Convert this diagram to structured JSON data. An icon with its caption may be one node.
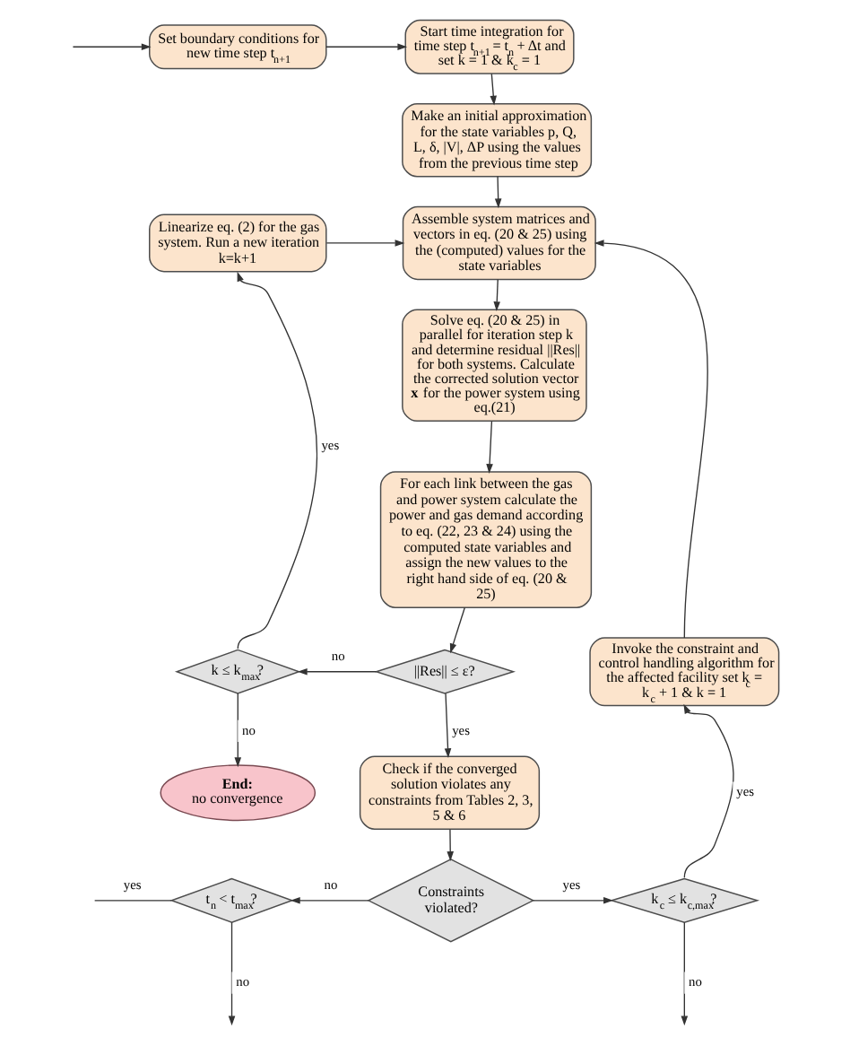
{
  "diagram": {
    "nodes": [
      {
        "text": [
          "Set boundary conditions for new time step t$_{n+1}$"
        ]
      },
      {
        "text": [
          "Start time integration for time step t$_{n+1}$ = t$_{n}$ + Δt and set k = 1 & k$_{c}$ = 1"
        ]
      },
      {
        "text": [
          "Make an initial approximation for the state variables p, Q, L, δ, |V|, ΔP using the values from the previous time step"
        ]
      },
      {
        "text": [
          "Linearize eq. (2) for the gas system. Run a new iteration k=k+1"
        ]
      },
      {
        "text": [
          "Assemble system matrices and vectors in eq. (20 & 25) using the (computed) values for the state variables"
        ]
      },
      {
        "text": [
          "Solve eq. (20 & 25) in parallel for iteration step k and determine residual ||Res|| for both systems. Calculate the corrected solution vector **x** for the power system using eq.(21)"
        ]
      },
      {
        "text": [
          "For each link between the gas and power system calculate the power and gas demand according to eq. (22, 23 & 24) using the computed state variables and assign the new values to the right hand side of eq. (20 & 25)"
        ]
      },
      {
        "text": [
          "k ≤ k$_{max}$?"
        ]
      },
      {
        "text": [
          "||Res|| ≤ ε?"
        ]
      },
      {
        "text": [
          "Invoke the constraint and control handling algorithm for the affected facility set k$_{c}$ = k$_{c}$ + 1 & k = 1"
        ]
      },
      {
        "text": [
          "End:",
          "no convergence"
        ]
      },
      {
        "text": [
          "Check if the converged solution violates any constraints from Tables 2, 3, 5 & 6"
        ]
      },
      {
        "text": [
          "t$_{n}$ < t$_{max}$?"
        ]
      },
      {
        "text": [
          "Constraints violated?"
        ]
      },
      {
        "text": [
          "k$_{c}$ ≤ k$_{c,max}$?"
        ]
      }
    ],
    "edges": [
      {
        "from": null,
        "to": 0,
        "arrow": "to"
      },
      {
        "from": 0,
        "to": 1,
        "arrow": "to"
      },
      {
        "from": 1,
        "to": 2,
        "arrow": "to"
      },
      {
        "from": 2,
        "to": 4,
        "arrow": "to"
      },
      {
        "from": 3,
        "to": 4,
        "arrow": "to"
      },
      {
        "from": 4,
        "to": 5,
        "arrow": "to"
      },
      {
        "from": 5,
        "to": 6,
        "arrow": "to"
      },
      {
        "from": 6,
        "to": 8,
        "arrow": "to"
      },
      {
        "from": 8,
        "to": 7,
        "arrow": "to",
        "label": "no"
      },
      {
        "from": 8,
        "to": 11,
        "arrow": "to",
        "label": "yes"
      },
      {
        "from": 7,
        "to": 3,
        "arrow": "to",
        "label": "yes"
      },
      {
        "from": 7,
        "to": 10,
        "arrow": "to",
        "label": "no"
      },
      {
        "from": 11,
        "to": 13,
        "arrow": "to"
      },
      {
        "from": 13,
        "to": 12,
        "arrow": "to",
        "label": "no"
      },
      {
        "from": 13,
        "to": 14,
        "arrow": "to",
        "label": "yes"
      },
      {
        "from": 12,
        "to": null,
        "arrow": "to",
        "label": "no"
      },
      {
        "from": 12,
        "to": null,
        "arrow": "none",
        "label": "yes"
      },
      {
        "from": 14,
        "to": 9,
        "arrow": "to",
        "label": "yes"
      },
      {
        "from": 14,
        "to": null,
        "arrow": "to",
        "label": "no"
      },
      {
        "from": 9,
        "to": 4,
        "arrow": "to"
      }
    ]
  }
}
